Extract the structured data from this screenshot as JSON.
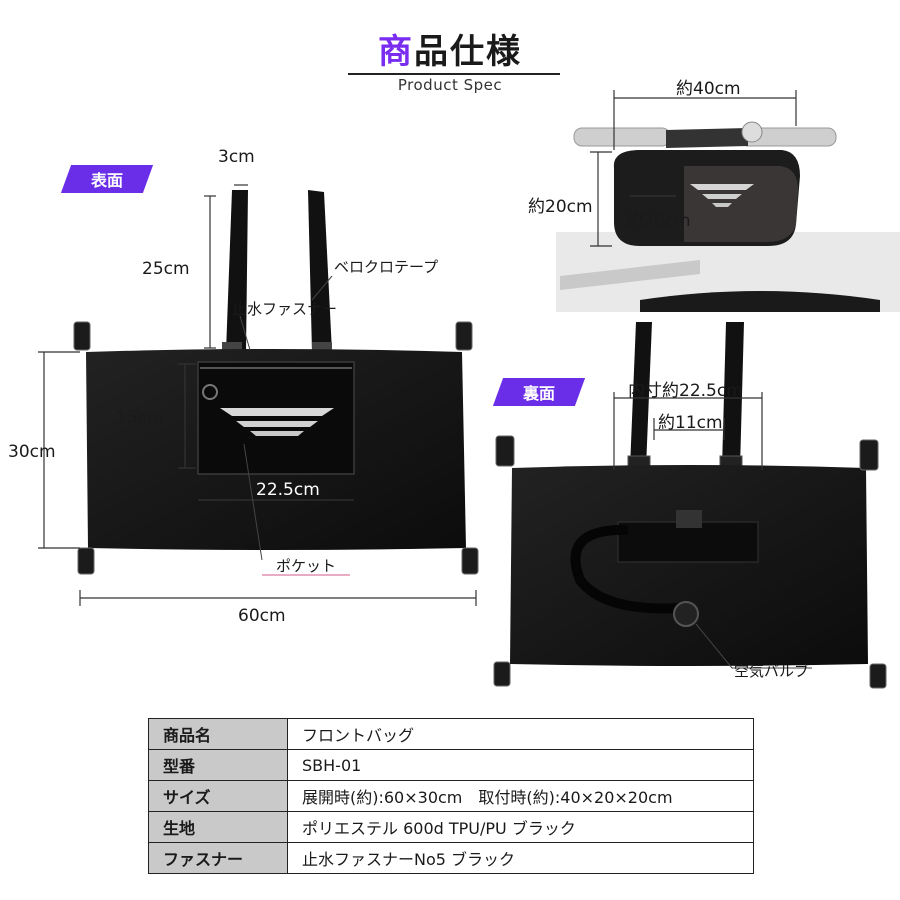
{
  "header": {
    "title_first": "商",
    "title_rest": "品仕様",
    "subtitle": "Product Spec"
  },
  "front": {
    "tag": "表面",
    "dim_strap_width": "3cm",
    "dim_strap_length": "25cm",
    "label_velcro": "ベロクロテープ",
    "label_zipper": "止水ファスナー",
    "dim_height": "30cm",
    "dim_pocket_height": "15cm",
    "dim_pocket_width": "22.5cm",
    "label_pocket": "ポケット",
    "dim_width": "60cm"
  },
  "mounted": {
    "dim_width": "約40cm",
    "dim_height": "約20cm",
    "dim_depth": "約20cm"
  },
  "back": {
    "tag": "裏面",
    "dim_inner": "内寸約22.5cm",
    "dim_inner_small": "約11cm",
    "label_valve": "空気バルブ"
  },
  "spec_table": [
    {
      "key": "商品名",
      "value": "フロントバッグ"
    },
    {
      "key": "型番",
      "value": "SBH-01"
    },
    {
      "key": "サイズ",
      "value": "展開時(約):60×30cm　取付時(約):40×20×20cm"
    },
    {
      "key": "生地",
      "value": "ポリエステル 600d TPU/PU ブラック"
    },
    {
      "key": "ファスナー",
      "value": "止水ファスナーNo5 ブラック"
    }
  ],
  "colors": {
    "accent": "#6a2ee8",
    "bag": "#141414",
    "table_key_bg": "#c9c9c9"
  }
}
